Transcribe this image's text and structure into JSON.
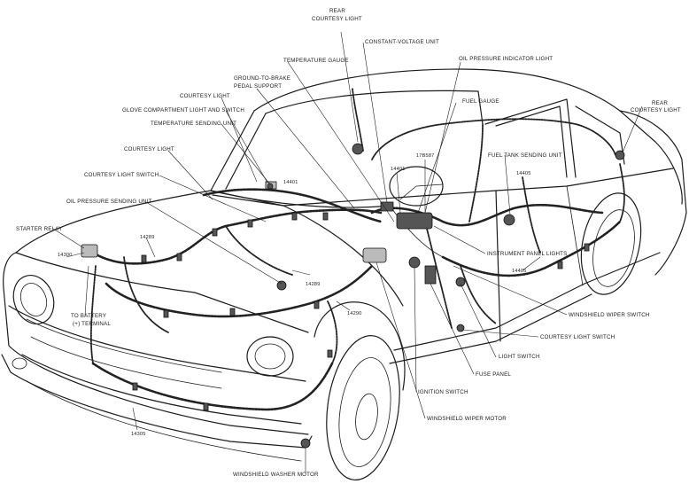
{
  "labels": {
    "rear_courtesy_light_top": [
      "REAR",
      "COURTESY LIGHT"
    ],
    "constant_voltage_unit": "CONSTANT-VOLTAGE UNIT",
    "oil_pressure_indicator_light": "OIL PRESSURE INDICATOR LIGHT",
    "temperature_gauge": "TEMPERATURE GAUGE",
    "ground_to_brake": [
      "GROUND-TO-BRAKE",
      "PEDAL SUPPORT"
    ],
    "courtesy_light_upper": "COURTESY LIGHT",
    "glove_compartment": "GLOVE COMPARTMENT LIGHT AND SWITCH",
    "temperature_sending_unit": "TEMPERATURE SENDING UNIT",
    "fuel_gauge": "FUEL GAUGE",
    "rear_courtesy_light_right": [
      "REAR",
      "COURTESY LIGHT"
    ],
    "courtesy_light_left": "COURTESY LIGHT",
    "fuel_tank_sending_unit": "FUEL TANK SENDING UNIT",
    "courtesy_light_switch_left": "COURTESY LIGHT SWITCH",
    "oil_pressure_sending_unit": "OIL PRESSURE SENDING UNIT",
    "starter_relay": "STARTER RELAY",
    "to_battery": [
      "TO BATTERY",
      "(+) TERMINAL"
    ],
    "instrument_panel_lights": "INSTRUMENT PANEL LIGHTS",
    "windshield_wiper_switch": "WINDSHIELD WIPER SWITCH",
    "courtesy_light_switch_right": "COURTESY LIGHT SWITCH",
    "light_switch": "LIGHT SWITCH",
    "fuse_panel": "FUSE PANEL",
    "ignition_switch": "IGNITION SWITCH",
    "windshield_wiper_motor": "WINDSHIELD WIPER MOTOR",
    "windshield_washer_motor": "WINDSHIELD WASHER MOTOR"
  },
  "part_numbers": {
    "p14401_a": "14401",
    "p14401_b": "14401",
    "p14405_a": "14405",
    "p14405_b": "14405",
    "p17b587": "17B587",
    "p14289_a": "14289",
    "p14289_b": "14289",
    "p14290": "14290",
    "p14300": "14300",
    "p14305": "14305"
  }
}
